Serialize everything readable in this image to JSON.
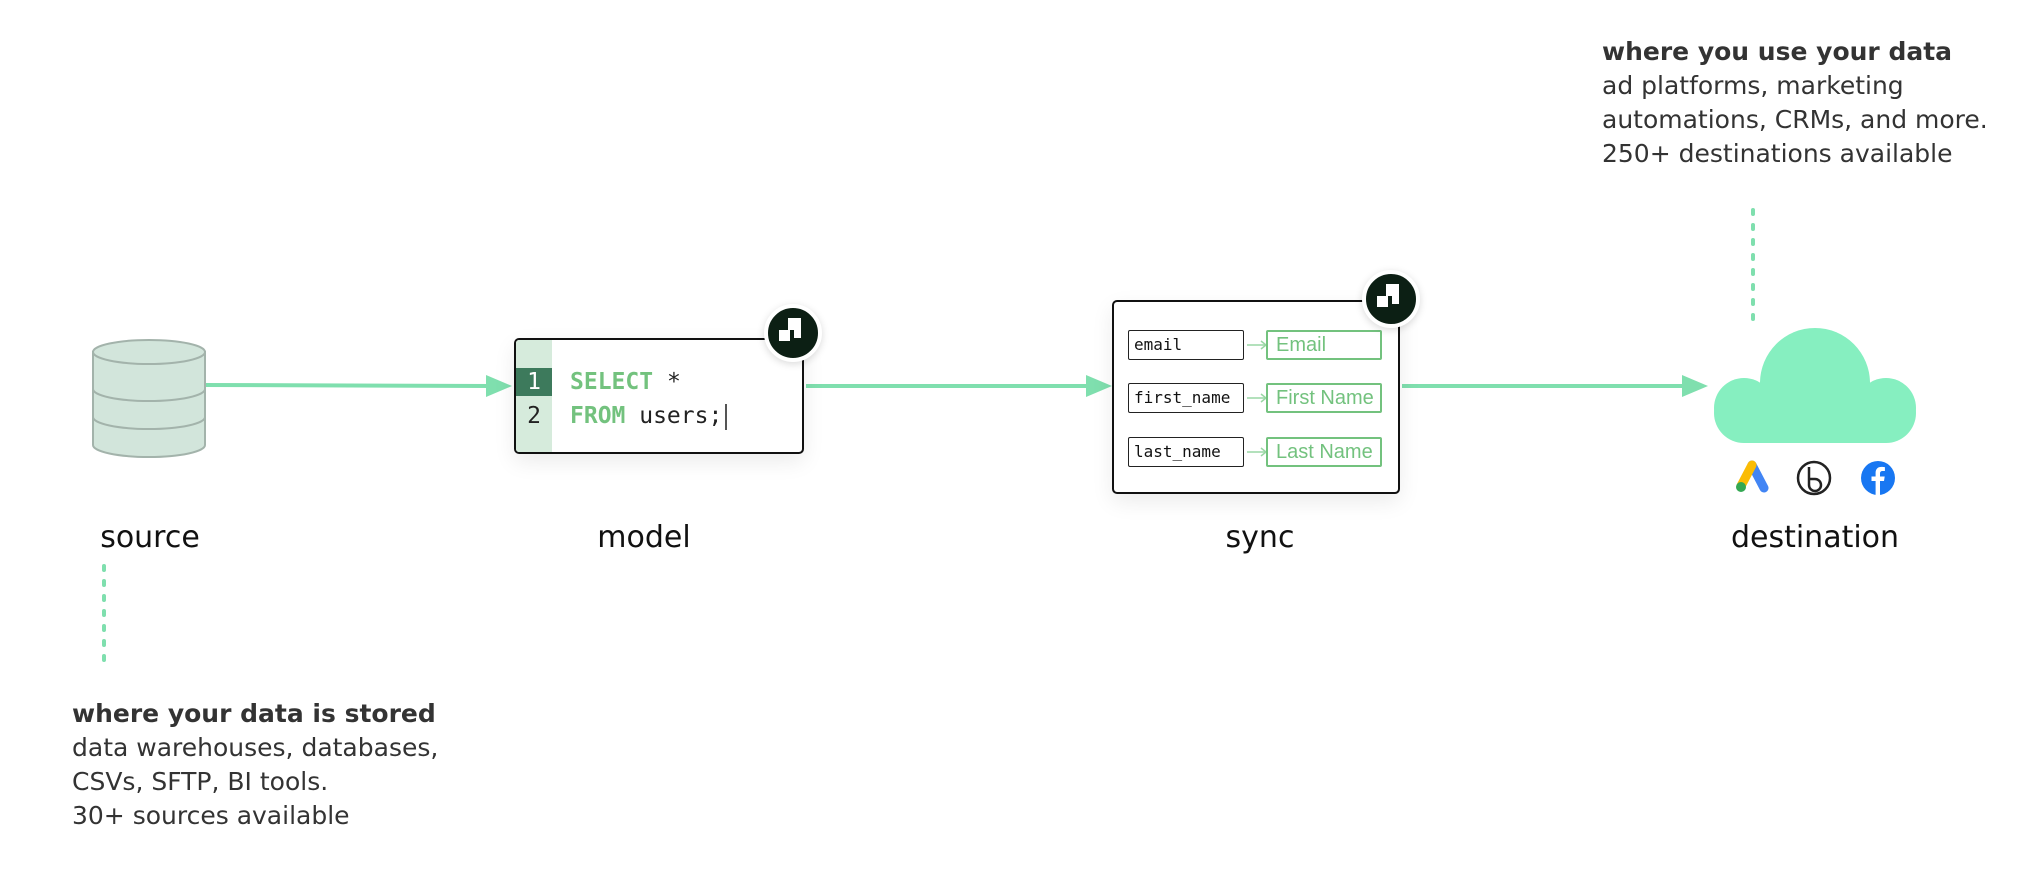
{
  "stages": {
    "source": "source",
    "model": "model",
    "sync": "sync",
    "destination": "destination"
  },
  "source_caption": {
    "title": "where your data is stored",
    "lines": [
      "data warehouses, databases,",
      "CSVs, SFTP, BI tools.",
      "30+ sources available"
    ]
  },
  "destination_caption": {
    "title": "where you use your data",
    "lines": [
      "ad platforms, marketing",
      "automations, CRMs, and more.",
      "250+ destinations available"
    ]
  },
  "model_editor": {
    "line_numbers": [
      "1",
      "2"
    ],
    "line1": {
      "keyword": "SELECT",
      "rest": " *"
    },
    "line2": {
      "keyword": "FROM",
      "rest": " users;"
    }
  },
  "sync_mappings": [
    {
      "source": "email",
      "destination": "Email"
    },
    {
      "source": "first_name",
      "destination": "First Name"
    },
    {
      "source": "last_name",
      "destination": "Last Name"
    }
  ],
  "destination_icons": [
    "google-ads-icon",
    "braze-icon",
    "facebook-icon"
  ],
  "colors": {
    "accent": "#73c27e",
    "arrow": "#7fdfae",
    "cloud": "#86efc0",
    "database": "#d2e5db",
    "badge": "#0c1f14",
    "editor_gutter": "#d6ebdc",
    "editor_active_line": "#3d7a5c"
  }
}
